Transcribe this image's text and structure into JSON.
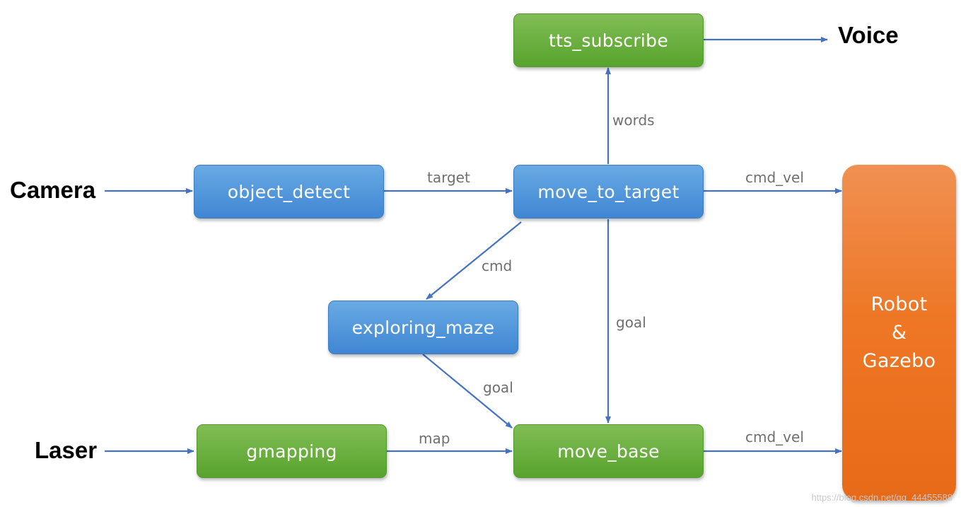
{
  "inputs": {
    "camera": "Camera",
    "laser": "Laser"
  },
  "output": {
    "voice": "Voice"
  },
  "nodes": {
    "tts_subscribe": "tts_subscribe",
    "object_detect": "object_detect",
    "move_to_target": "move_to_target",
    "exploring_maze": "exploring_maze",
    "gmapping": "gmapping",
    "move_base": "move_base",
    "robot": {
      "line1": "Robot",
      "line2": "&",
      "line3": "Gazebo"
    }
  },
  "edge_labels": {
    "words": "words",
    "target": "target",
    "cmd_vel_top": "cmd_vel",
    "cmd": "cmd",
    "goal_right": "goal",
    "goal_left": "goal",
    "map": "map",
    "cmd_vel_bottom": "cmd_vel"
  },
  "watermark": "https://blog.csdn.net/qq_44455588",
  "colors": {
    "blue_node": "#4a8fd8",
    "green_node": "#62a938",
    "orange_node": "#ee7726",
    "arrow": "#4472c4"
  }
}
